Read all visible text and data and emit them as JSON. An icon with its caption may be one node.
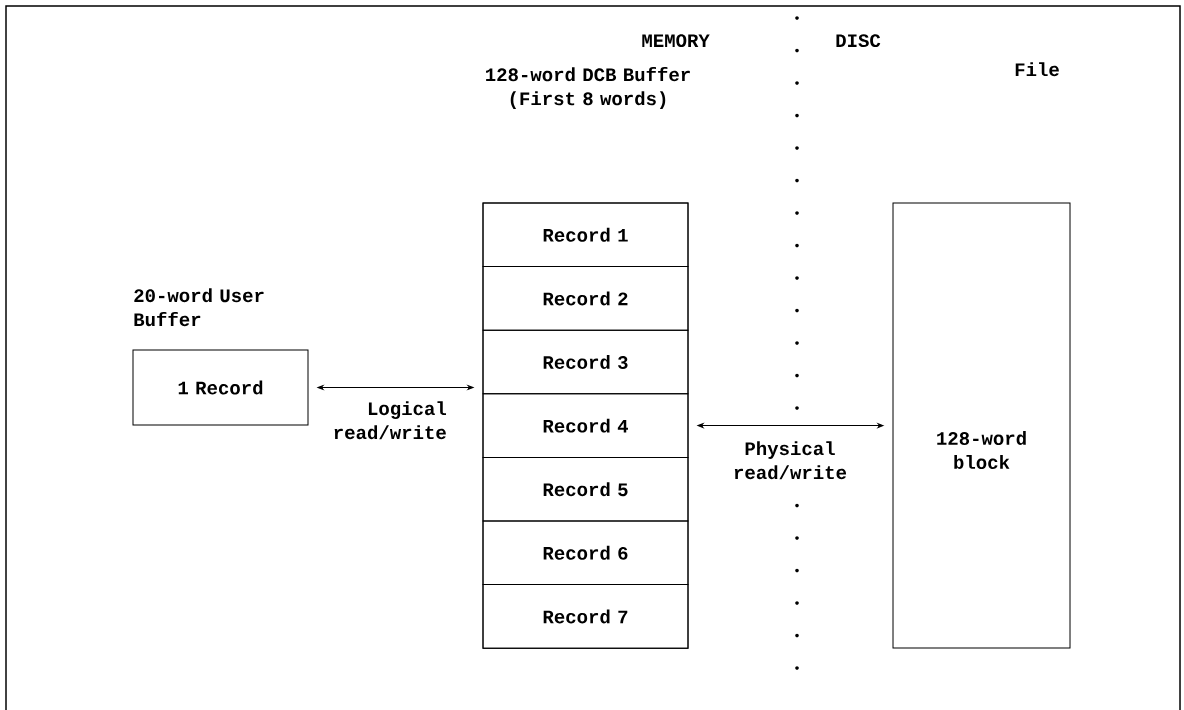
{
  "diagram": {
    "nodes": [
      {
        "text": [
          "128-word DCB Buffer (First 8 words)"
        ]
      },
      {
        "text": [
          "Record 1"
        ],
        "in": 0
      },
      {
        "text": [
          "Record 2"
        ],
        "in": 0
      },
      {
        "text": [
          "Record 3"
        ],
        "in": 0
      },
      {
        "text": [
          "Record 4"
        ],
        "in": 0
      },
      {
        "text": [
          "Record 5"
        ],
        "in": 0
      },
      {
        "text": [
          "Record 6"
        ],
        "in": 0
      },
      {
        "text": [
          "Record 7"
        ],
        "in": 0
      },
      {
        "text": [
          "20-word User Buffer",
          "1 Record"
        ]
      },
      {
        "text": [
          "128-word block"
        ]
      }
    ],
    "edges": [
      {
        "from": 8,
        "to": 0,
        "arrow": "both",
        "label": "Logical read/write"
      },
      {
        "from": 4,
        "to": 9,
        "arrow": "both",
        "label": "Physical read/write"
      }
    ],
    "labels": [
      "MEMORY",
      "DISC",
      "File"
    ]
  }
}
